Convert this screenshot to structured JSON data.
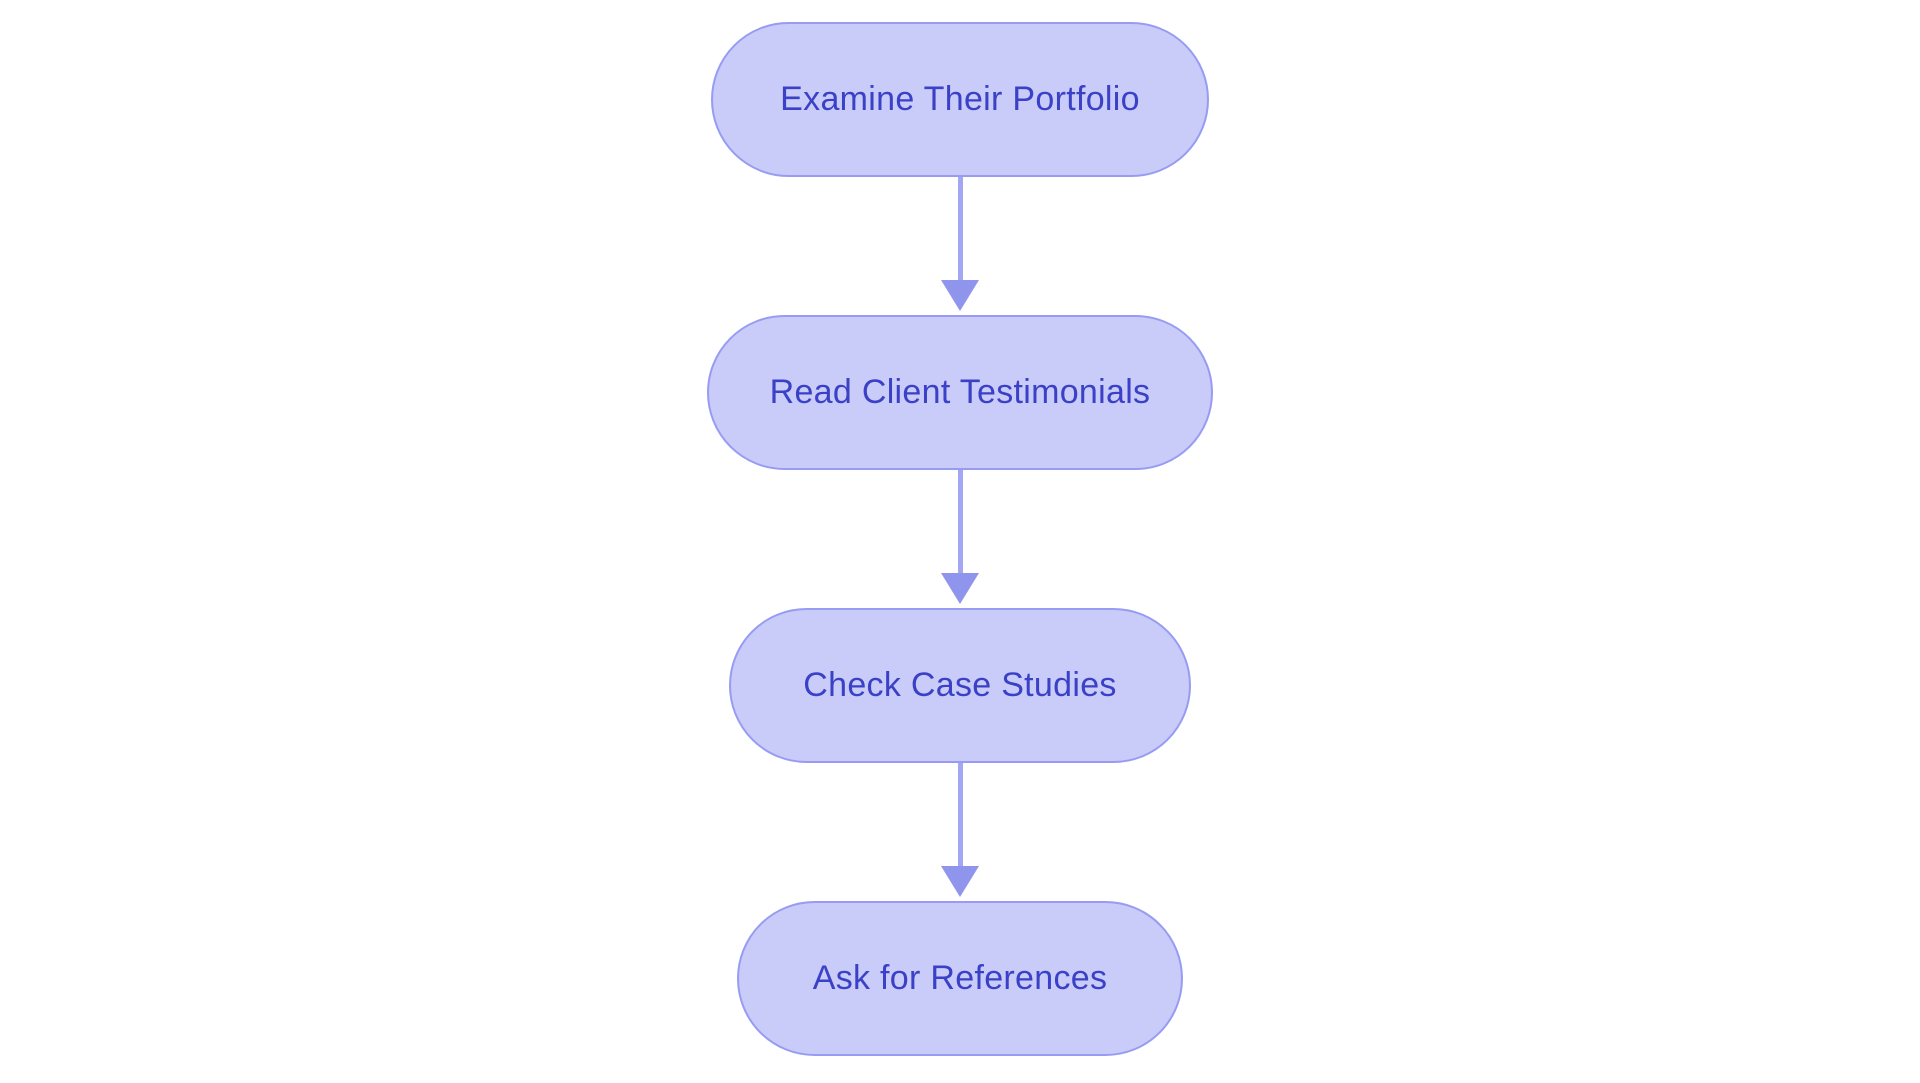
{
  "diagram": {
    "type": "flowchart",
    "direction": "top-to-bottom",
    "nodes": [
      {
        "id": "examine-their-portfolio",
        "label": "Examine Their Portfolio"
      },
      {
        "id": "read-client-testimonials",
        "label": "Read Client Testimonials"
      },
      {
        "id": "check-case-studies",
        "label": "Check Case Studies"
      },
      {
        "id": "ask-for-references",
        "label": "Ask for References"
      }
    ],
    "edges": [
      {
        "from": "examine-their-portfolio",
        "to": "read-client-testimonials"
      },
      {
        "from": "read-client-testimonials",
        "to": "check-case-studies"
      },
      {
        "from": "check-case-studies",
        "to": "ask-for-references"
      }
    ],
    "colors": {
      "background": "#ffffff",
      "node_fill": "#c9cbf8",
      "node_border": "#979cf2",
      "node_text": "#3a41c6",
      "edge_line": "#a2a6f3",
      "arrowhead": "#8f94ec"
    }
  }
}
